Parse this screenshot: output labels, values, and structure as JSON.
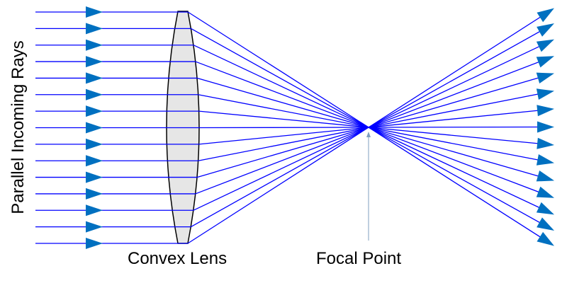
{
  "labels": {
    "incoming": "Parallel Incoming Rays",
    "lens": "Convex Lens",
    "focal": "Focal Point"
  },
  "diagram": {
    "ray_count": 15,
    "colors": {
      "ray": "#0000ff",
      "arrow": "#0070c0",
      "lens_fill": "#e6e6e6",
      "lens_stroke": "#000000",
      "focal_marker": "#7f9fbf"
    }
  }
}
